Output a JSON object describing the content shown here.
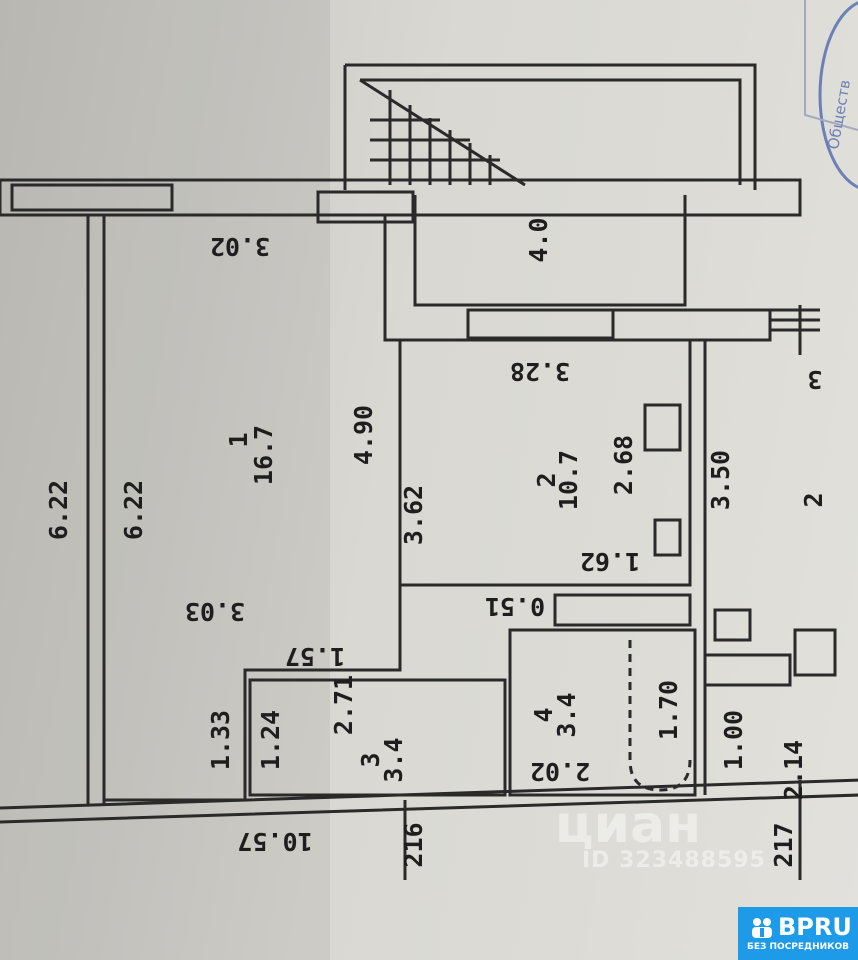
{
  "plan": {
    "labels": [
      {
        "name": "dimension-3-02",
        "text": "3.02"
      },
      {
        "name": "balcony-area",
        "text": "4.0"
      },
      {
        "name": "dimension-3-28",
        "text": "3.28"
      },
      {
        "name": "room-1-number",
        "text": "1"
      },
      {
        "name": "room-1-area",
        "text": "16.7"
      },
      {
        "name": "dimension-4-90",
        "text": "4.90"
      },
      {
        "name": "dimension-6-22-outer",
        "text": "6.22"
      },
      {
        "name": "dimension-6-22-inner",
        "text": "6.22"
      },
      {
        "name": "dimension-3-62",
        "text": "3.62"
      },
      {
        "name": "room-2-number",
        "text": "2"
      },
      {
        "name": "room-2-area",
        "text": "10.7"
      },
      {
        "name": "dimension-2-68",
        "text": "2.68"
      },
      {
        "name": "dimension-3-50",
        "text": "3.50"
      },
      {
        "name": "right-room-number",
        "text": "2"
      },
      {
        "name": "dimension-1-62",
        "text": "1.62"
      },
      {
        "name": "dimension-0-51",
        "text": "0.51"
      },
      {
        "name": "dimension-3-03",
        "text": "3.03"
      },
      {
        "name": "dimension-1-57",
        "text": "1.57"
      },
      {
        "name": "dimension-2-71",
        "text": "2.71"
      },
      {
        "name": "dimension-1-33",
        "text": "1.33"
      },
      {
        "name": "dimension-1-24",
        "text": "1.24"
      },
      {
        "name": "room-3-number",
        "text": "3"
      },
      {
        "name": "room-3-area",
        "text": "3.4"
      },
      {
        "name": "room-4-number",
        "text": "4"
      },
      {
        "name": "room-4-area",
        "text": "3.4"
      },
      {
        "name": "dimension-1-70",
        "text": "1.70"
      },
      {
        "name": "dimension-2-02",
        "text": "2.02"
      },
      {
        "name": "dimension-1-00",
        "text": "1.00"
      },
      {
        "name": "dimension-2-14",
        "text": "2.14"
      },
      {
        "name": "dimension-10-57",
        "text": "10.57"
      },
      {
        "name": "dimension-216",
        "text": "216"
      },
      {
        "name": "dimension-217",
        "text": "217"
      },
      {
        "name": "partial-label-3",
        "text": "3"
      }
    ]
  },
  "stamp": {
    "text": "Обществ… Са…"
  },
  "watermark": {
    "brand": "циан",
    "id": "ID 323488595"
  },
  "badge": {
    "logo": "BPRU",
    "subtitle": "БЕЗ ПОСРЕДНИКОВ"
  }
}
